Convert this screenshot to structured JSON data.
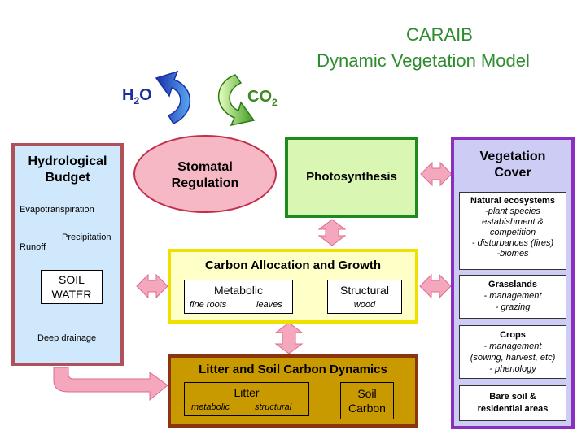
{
  "title": {
    "line1": "CARAIB",
    "line2": "Dynamic Vegetation Model"
  },
  "gases": {
    "h2o": "H",
    "h2o_sub": "2",
    "h2o_tail": "O",
    "co2": "CO",
    "co2_sub": "2"
  },
  "hydrology": {
    "title_line1": "Hydrological",
    "title_line2": "Budget",
    "evapotranspiration": "Evapotranspiration",
    "precipitation": "Precipitation",
    "runoff": "Runoff",
    "soil_water_line1": "SOIL",
    "soil_water_line2": "WATER",
    "deep_drainage": "Deep drainage"
  },
  "stomatal": {
    "line1": "Stomatal",
    "line2": "Regulation"
  },
  "photosynthesis": {
    "label": "Photosynthesis"
  },
  "carbon_allocation": {
    "title": "Carbon Allocation and Growth",
    "metabolic": "Metabolic",
    "fine_roots": "fine roots",
    "leaves": "leaves",
    "structural": "Structural",
    "wood": "wood"
  },
  "litter_soil": {
    "title": "Litter and Soil Carbon Dynamics",
    "litter": "Litter",
    "metabolic": "metabolic",
    "structural": "structural",
    "soil_line1": "Soil",
    "soil_line2": "Carbon"
  },
  "vegetation": {
    "title_line1": "Vegetation",
    "title_line2": "Cover",
    "natural_title": "Natural ecosystems",
    "natural_lines": [
      "-plant species",
      "estabishment &",
      "competition",
      "- disturbances (fires)",
      "-biomes"
    ],
    "grasslands_title": "Grasslands",
    "grasslands_lines": [
      "- management",
      "- grazing"
    ],
    "crops_title": "Crops",
    "crops_lines": [
      "- management",
      "(sowing, harvest, etc)",
      "- phenology"
    ],
    "bare_line1": "Bare soil &",
    "bare_line2": "residential areas"
  },
  "colors": {
    "title_green": "#2e8b2e",
    "h2o_blue": "#1a2fa0",
    "co2_green": "#3a8a1e",
    "hydro_fill": "#cfe8fb",
    "hydro_border": "#b0505a",
    "stomatal_fill": "#f7b8c6",
    "stomatal_border": "#c0304a",
    "photo_fill": "#d9f7b3",
    "photo_border": "#1d8a1d",
    "carbon_fill": "#ffffc8",
    "carbon_border": "#f0e000",
    "litter_fill": "#c99a00",
    "litter_border": "#8b3510",
    "veg_fill": "#ccccf5",
    "veg_border": "#8a2fc0",
    "arrow_pink": "#f5a7bd"
  }
}
